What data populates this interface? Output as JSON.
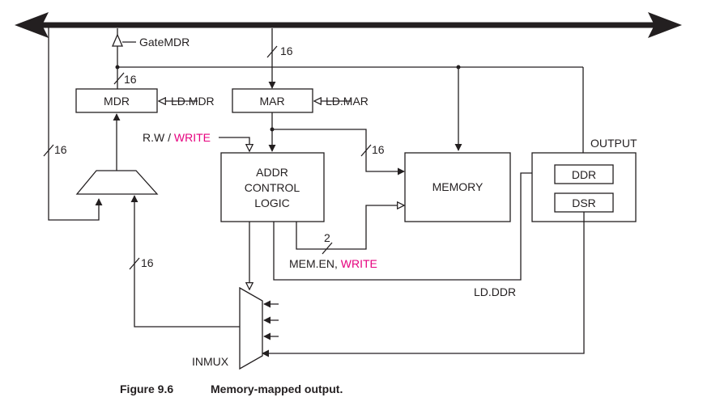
{
  "labels": {
    "gate_mdr": "GateMDR",
    "mdr": "MDR",
    "ld_mdr": "LD.MDR",
    "mar": "MAR",
    "ld_mar": "LD.MAR",
    "memory": "MEMORY",
    "output": "OUTPUT",
    "ddr": "DDR",
    "dsr": "DSR",
    "addr_control_logic": [
      "ADDR",
      "CONTROL",
      "LOGIC"
    ],
    "rw": "R.W / ",
    "write": "WRITE",
    "mem_en": "MEM.EN, ",
    "ld_ddr": "LD.DDR",
    "inmux": "INMUX",
    "width_16": "16",
    "width_2": "2"
  },
  "caption": {
    "number": "Figure 9.6",
    "title": "Memory-mapped output."
  },
  "colors": {
    "ink": "#231f20",
    "highlight": "#e6007e"
  }
}
